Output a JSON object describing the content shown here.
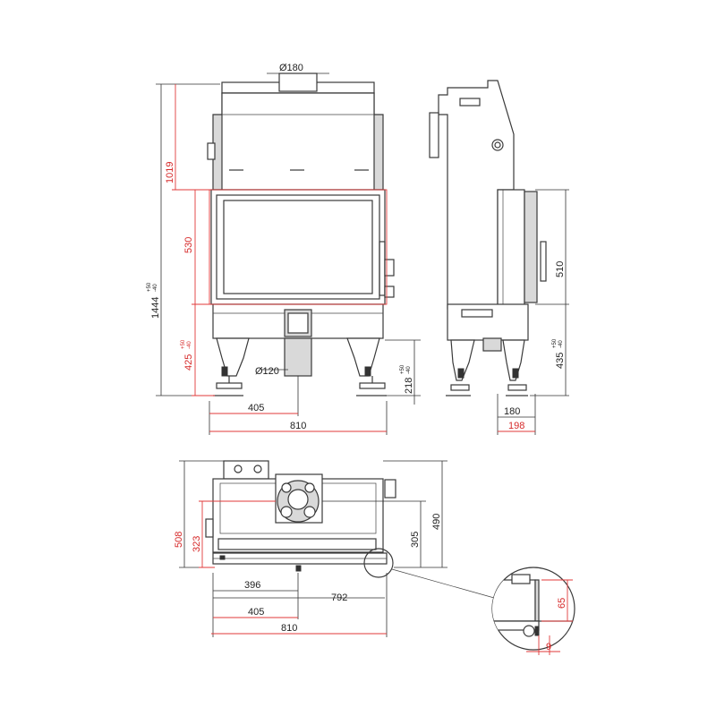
{
  "front_view": {
    "flue_diameter": "Ø180",
    "total_height": "1444",
    "total_height_tol": [
      "+50",
      "-40"
    ],
    "upper_height": "1019",
    "door_height": "530",
    "lower_height": "425",
    "lower_height_tol": [
      "+50",
      "-40"
    ],
    "air_inlet_height": "218",
    "air_inlet_height_tol": [
      "+50",
      "-40"
    ],
    "air_inlet_diameter": "Ø120",
    "half_width": "405",
    "width": "810"
  },
  "side_view": {
    "door_height": "510",
    "lower_height": "435",
    "lower_height_tol": [
      "+50",
      "-40"
    ],
    "depth_inner": "180",
    "depth_outer": "198"
  },
  "top_view": {
    "total_depth": "508",
    "depth_front": "323",
    "flue_offset": "305",
    "depth_back": "490",
    "flue_x": "396",
    "inner_width": "792",
    "half_width": "405",
    "width": "810"
  },
  "detail": {
    "height": "65",
    "width": "9"
  }
}
